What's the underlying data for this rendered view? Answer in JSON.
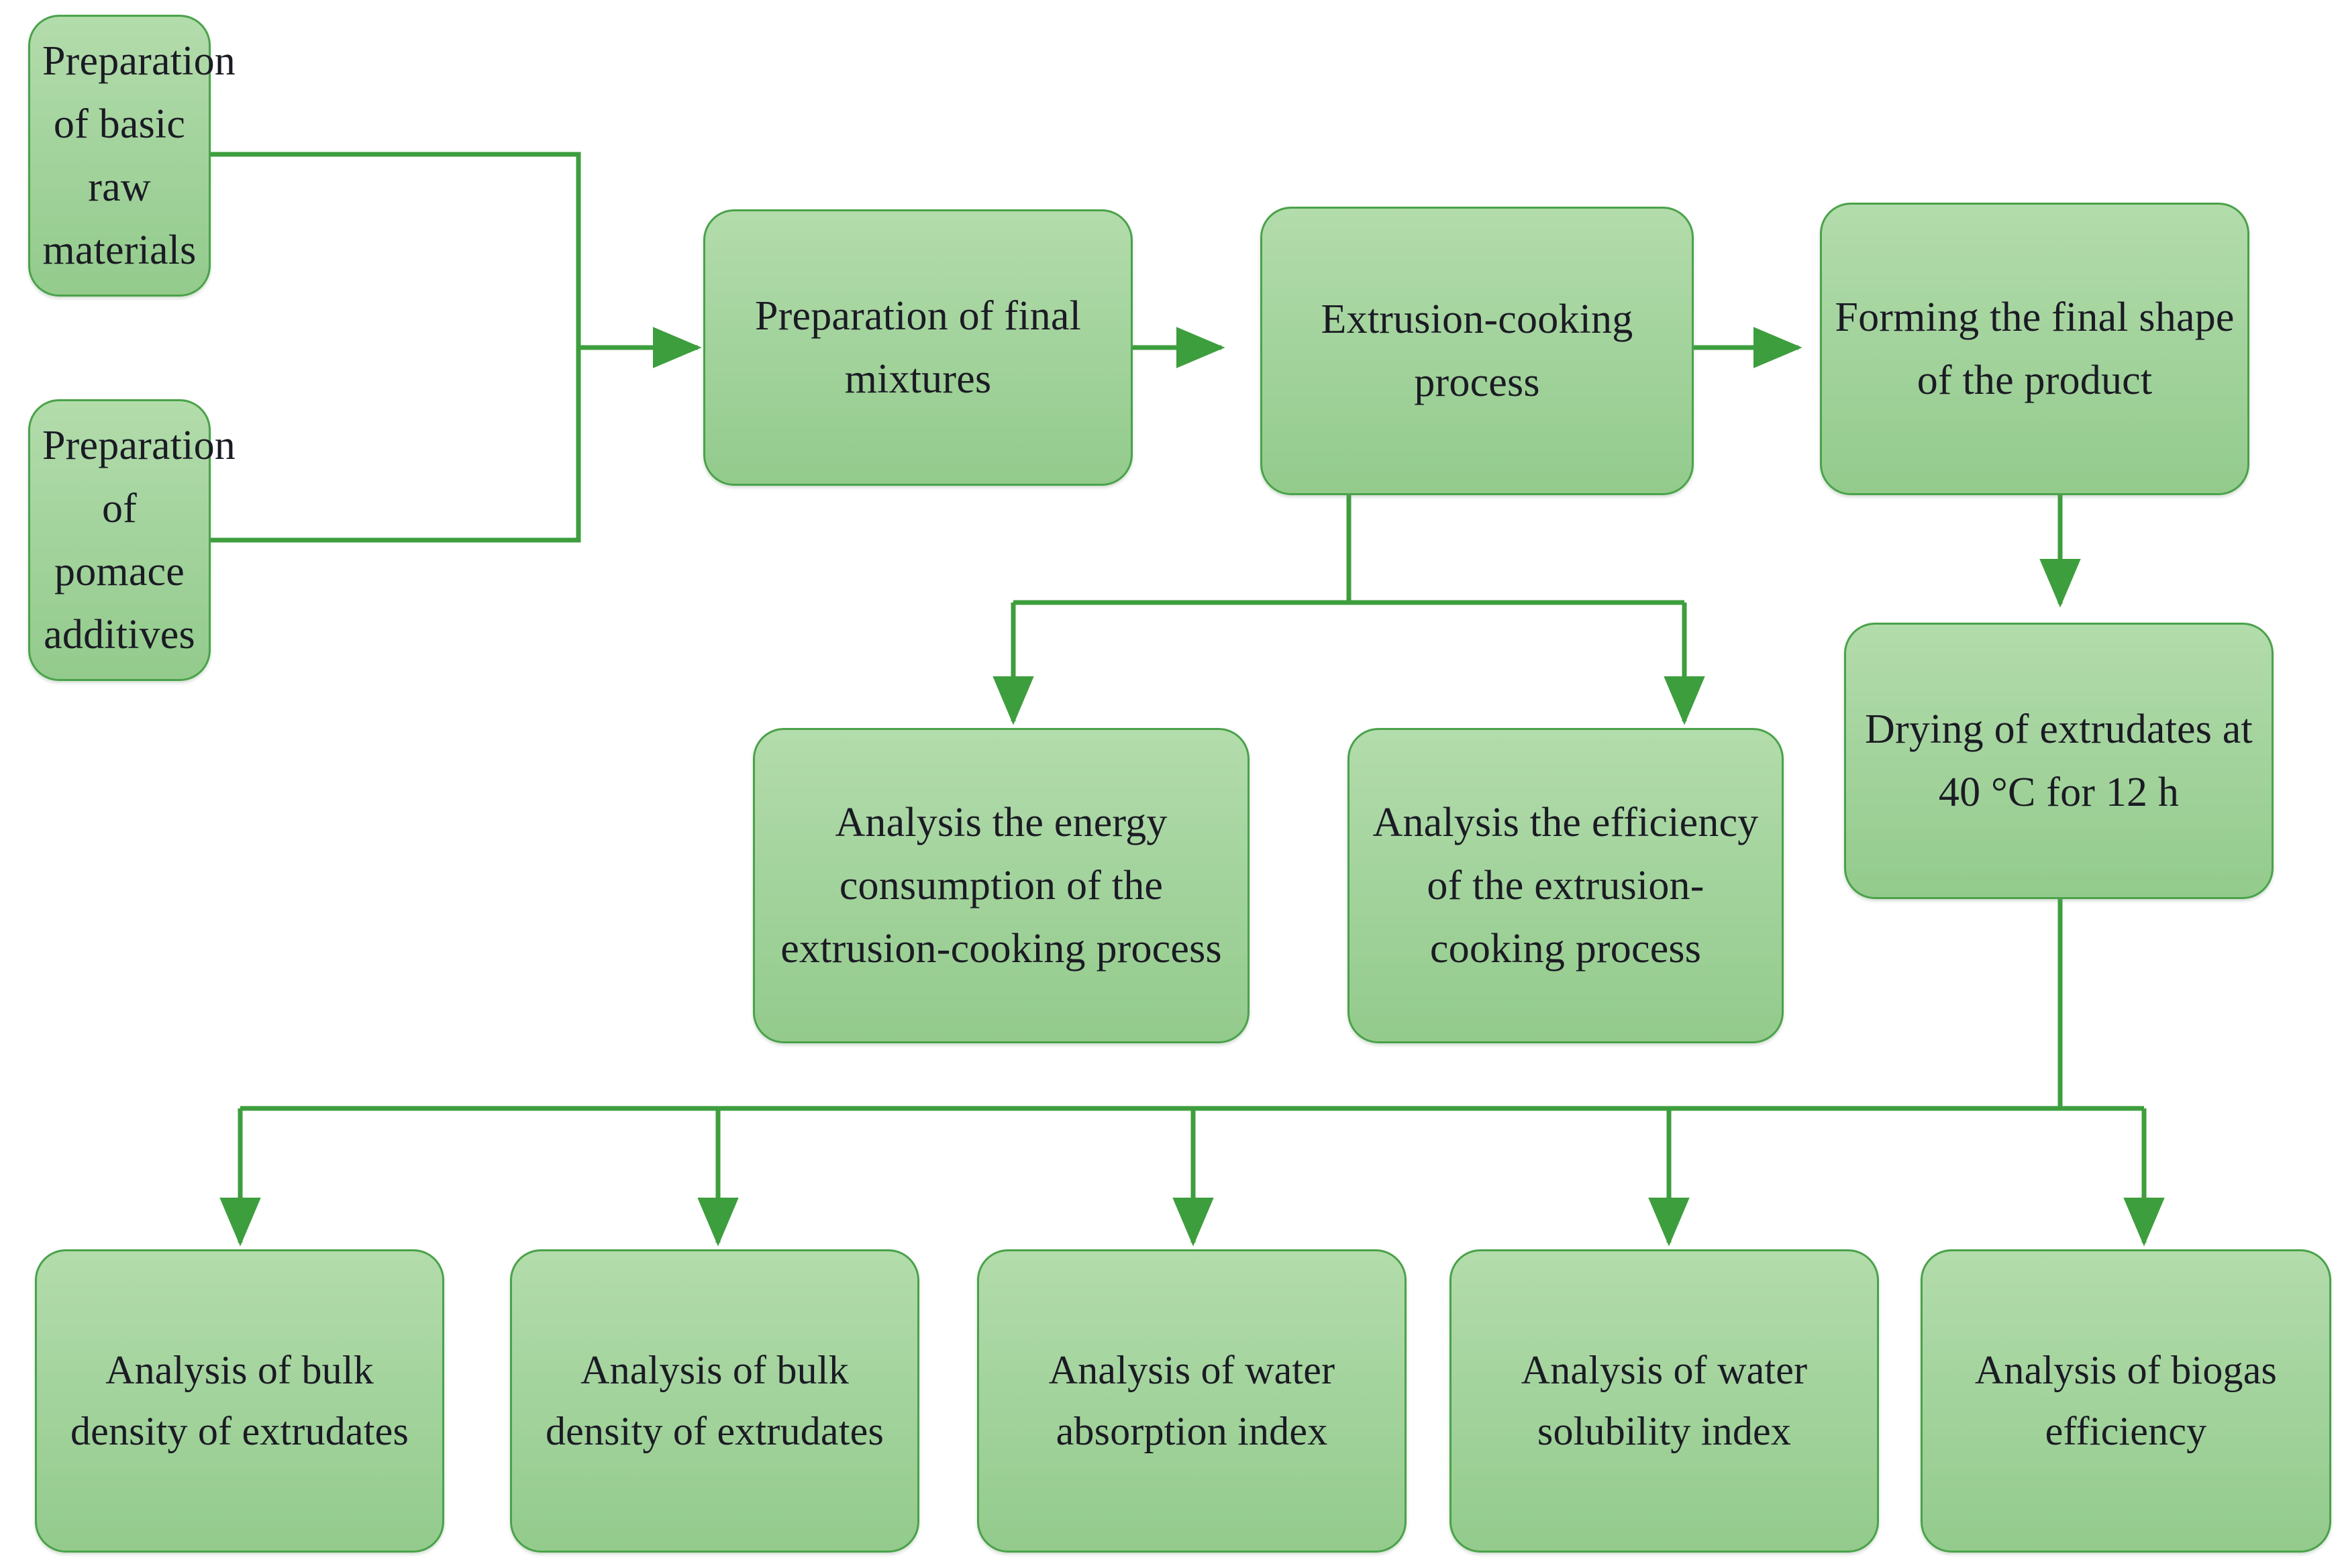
{
  "diagram": {
    "type": "process-flowchart",
    "title": "",
    "colors": {
      "node_fill_top": "#b3dcab",
      "node_fill_bottom": "#93cb8c",
      "node_border": "#4aa24a",
      "connector": "#3d9e3d",
      "text": "#1b1b24",
      "background": "#ffffff"
    },
    "nodes": [
      {
        "id": "prep_raw",
        "label": "Preparation of basic raw materials"
      },
      {
        "id": "prep_pomace",
        "label": "Preparation of pomace additives"
      },
      {
        "id": "prep_mixtures",
        "label": "Preparation of final mixtures"
      },
      {
        "id": "extrusion",
        "label": "Extrusion-cooking process"
      },
      {
        "id": "forming",
        "label": "Forming the final shape of the product"
      },
      {
        "id": "energy",
        "label": "Analysis the energy consumption of the extrusion-cooking process"
      },
      {
        "id": "efficiency",
        "label": "Analysis the efficiency of the extrusion-cooking process"
      },
      {
        "id": "drying",
        "label": "Drying of extrudates at 40 °C for 12 h"
      },
      {
        "id": "bulk1",
        "label": "Analysis of bulk density of extrudates"
      },
      {
        "id": "bulk2",
        "label": "Analysis of bulk density of extrudates"
      },
      {
        "id": "wai",
        "label": "Analysis of water absorption index"
      },
      {
        "id": "wsi",
        "label": "Analysis of water solubility index"
      },
      {
        "id": "biogas",
        "label": "Analysis of biogas efficiency"
      }
    ],
    "edges": [
      {
        "from": "prep_raw",
        "to": "prep_mixtures",
        "style": "elbow-merge"
      },
      {
        "from": "prep_pomace",
        "to": "prep_mixtures",
        "style": "elbow-merge"
      },
      {
        "from": "prep_mixtures",
        "to": "extrusion",
        "style": "straight-right"
      },
      {
        "from": "extrusion",
        "to": "forming",
        "style": "straight-right"
      },
      {
        "from": "extrusion",
        "to": "energy",
        "style": "elbow-down-split"
      },
      {
        "from": "extrusion",
        "to": "efficiency",
        "style": "elbow-down-split"
      },
      {
        "from": "forming",
        "to": "drying",
        "style": "straight-down"
      },
      {
        "from": "drying",
        "to": "bulk1",
        "style": "bus-down-split"
      },
      {
        "from": "drying",
        "to": "bulk2",
        "style": "bus-down-split"
      },
      {
        "from": "drying",
        "to": "wai",
        "style": "bus-down-split"
      },
      {
        "from": "drying",
        "to": "wsi",
        "style": "bus-down-split"
      },
      {
        "from": "drying",
        "to": "biogas",
        "style": "bus-down-split"
      }
    ]
  }
}
